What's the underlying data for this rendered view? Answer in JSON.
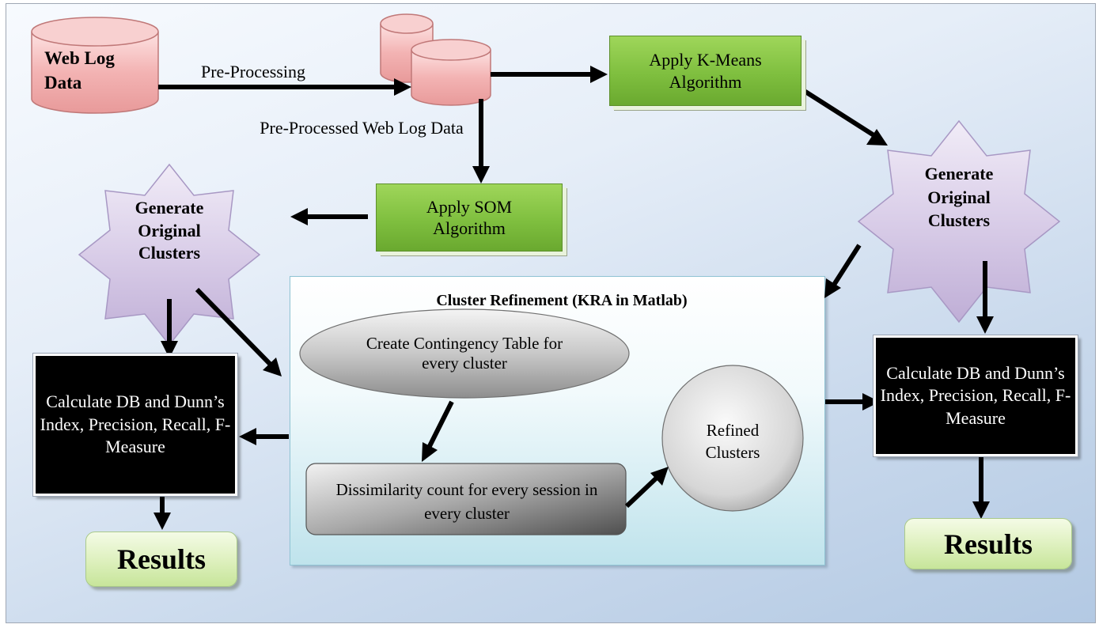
{
  "nodes": {
    "web_log_data": "Web Log Data",
    "pre_processing": "Pre-Processing",
    "pre_processed": "Pre-Processed Web Log Data",
    "kmeans": "Apply K-Means Algorithm",
    "som": "Apply SOM Algorithm",
    "generate_left": "Generate Original Clusters",
    "generate_right": "Generate Original Clusters",
    "refinement_title": "Cluster Refinement (KRA in Matlab)",
    "contingency": "Create Contingency Table for every cluster",
    "dissimilarity": "Dissimilarity count for every session in every cluster",
    "refined": "Refined Clusters",
    "calc_left": "Calculate DB and Dunn’s Index, Precision, Recall, F-Measure",
    "calc_right": "Calculate DB and Dunn’s Index, Precision, Recall, F-Measure",
    "results_left": "Results",
    "results_right": "Results"
  },
  "colors": {
    "cylinder": "#f0a8a8",
    "green_box": "#7fbf3f",
    "star": "#d2c4e2",
    "calc_box": "#000000",
    "results_box": "#dff1c0"
  }
}
